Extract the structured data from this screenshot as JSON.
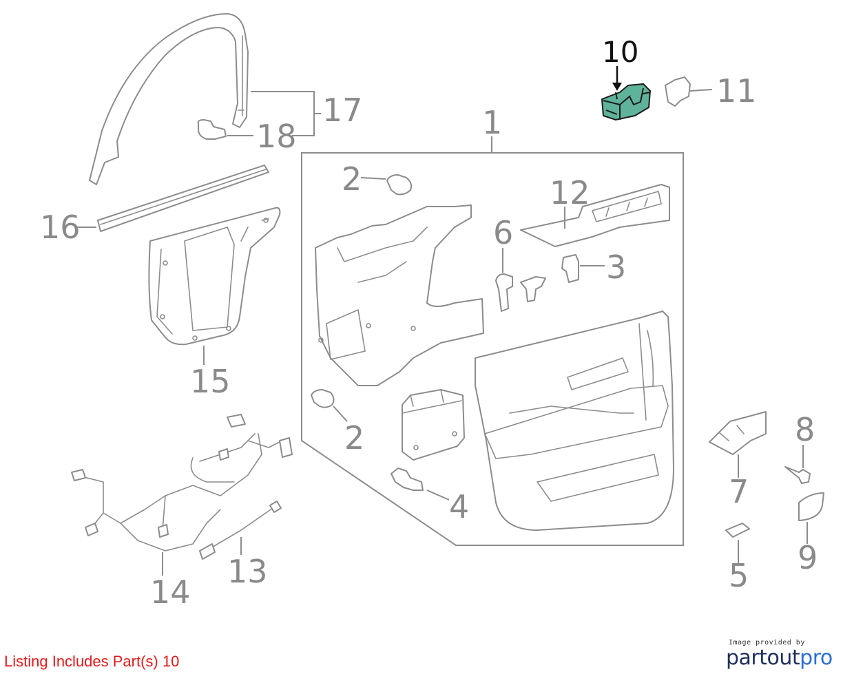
{
  "diagram": {
    "highlight_color": "#5fb39a",
    "labels": [
      {
        "id": "10",
        "text": "10",
        "highlighted": true
      },
      {
        "id": "11",
        "text": "11"
      },
      {
        "id": "17",
        "text": "17"
      },
      {
        "id": "18",
        "text": "18"
      },
      {
        "id": "1",
        "text": "1"
      },
      {
        "id": "2a",
        "text": "2"
      },
      {
        "id": "12",
        "text": "12"
      },
      {
        "id": "16",
        "text": "16"
      },
      {
        "id": "6",
        "text": "6"
      },
      {
        "id": "3",
        "text": "3"
      },
      {
        "id": "15",
        "text": "15"
      },
      {
        "id": "2b",
        "text": "2"
      },
      {
        "id": "8",
        "text": "8"
      },
      {
        "id": "7",
        "text": "7"
      },
      {
        "id": "4",
        "text": "4"
      },
      {
        "id": "9",
        "text": "9"
      },
      {
        "id": "13",
        "text": "13"
      },
      {
        "id": "5",
        "text": "5"
      },
      {
        "id": "14",
        "text": "14"
      }
    ]
  },
  "footer": {
    "listing_text": "Listing Includes Part(s) 10",
    "listing_color": "#e31b1b",
    "credit_small": "Image provided by",
    "credit_logo_part1": "partout",
    "credit_logo_part2": "pro",
    "credit_color_part1": "#1f2f5c",
    "credit_color_part2": "#2a6fd6"
  }
}
